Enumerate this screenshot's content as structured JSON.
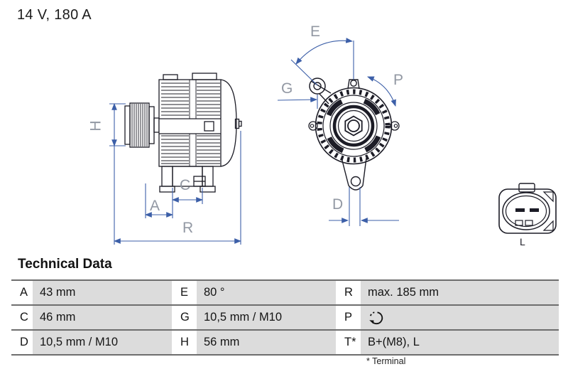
{
  "header": {
    "title": "14 V, 180 A"
  },
  "drawing": {
    "side_view": {
      "name": "alternator side view technical drawing",
      "labels": {
        "h": "H",
        "a": "A",
        "c": "C",
        "r": "R"
      }
    },
    "front_view": {
      "name": "alternator front view technical drawing",
      "labels": {
        "e": "E",
        "g": "G",
        "p": "P",
        "d": "D"
      }
    },
    "connector": {
      "name": "plug connector drawing",
      "label": "L"
    },
    "colors": {
      "outline": "#1c1c26",
      "dimension_lines": "#3c5fa8",
      "dimension_labels": "#9298a3"
    }
  },
  "table": {
    "heading": "Technical Data",
    "footnote": "* Terminal",
    "row_background": "#dcdcdc",
    "rows": [
      [
        {
          "key": "A",
          "value": "43 mm"
        },
        {
          "key": "E",
          "value": "80 °"
        },
        {
          "key": "R",
          "value": "max. 185 mm"
        }
      ],
      [
        {
          "key": "C",
          "value": "46 mm"
        },
        {
          "key": "G",
          "value": "10,5 mm / M10"
        },
        {
          "key": "P",
          "value": "",
          "icon": "rotation-direction-icon"
        }
      ],
      [
        {
          "key": "D",
          "value": "10,5 mm / M10"
        },
        {
          "key": "H",
          "value": "56 mm"
        },
        {
          "key": "T*",
          "value": "B+(M8), L"
        }
      ]
    ]
  }
}
